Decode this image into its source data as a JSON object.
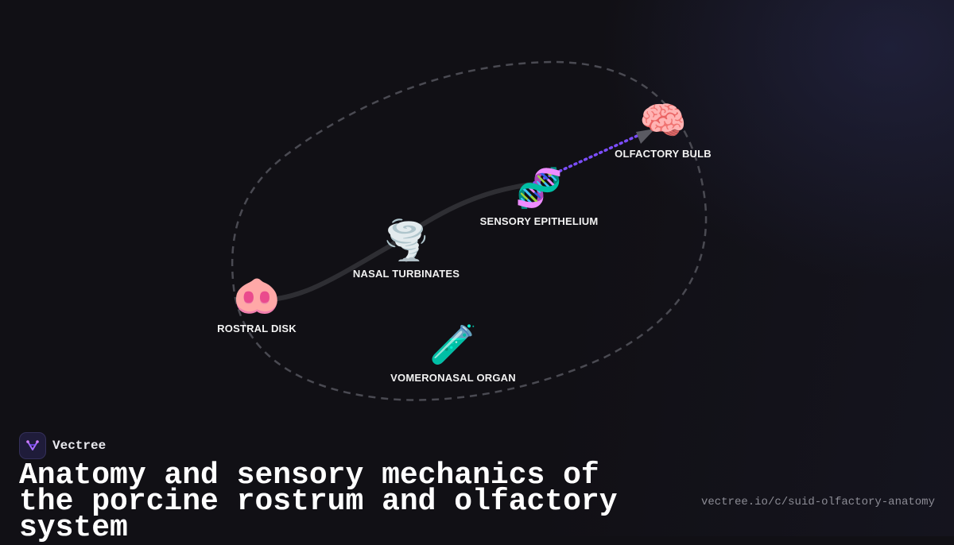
{
  "brand": {
    "name": "Vectree"
  },
  "title": "Anatomy and sensory mechanics of the porcine rostrum and olfactory system",
  "url": "vectree.io/c/suid-olfactory-anatomy",
  "nodes": [
    {
      "id": "rostral-disk",
      "label": "ROSTRAL DISK",
      "icon": "pig-nose-icon",
      "glyph": "🐽"
    },
    {
      "id": "nasal-turbinates",
      "label": "NASAL TURBINATES",
      "icon": "tornado-icon",
      "glyph": "🌪️"
    },
    {
      "id": "sensory-epithelium",
      "label": "SENSORY EPITHELIUM",
      "icon": "dna-icon",
      "glyph": "🧬"
    },
    {
      "id": "olfactory-bulb",
      "label": "OLFACTORY BULB",
      "icon": "brain-icon",
      "glyph": "🧠"
    },
    {
      "id": "vomeronasal-organ",
      "label": "VOMERONASAL ORGAN",
      "icon": "test-tube-icon",
      "glyph": "🧪"
    }
  ],
  "colors": {
    "background": "#111015",
    "boundary_dashed": "#4a4a52",
    "path_solid": "#2e2e33",
    "signal_dotted": "#7c4dff",
    "label_text": "#f2f2f2"
  }
}
